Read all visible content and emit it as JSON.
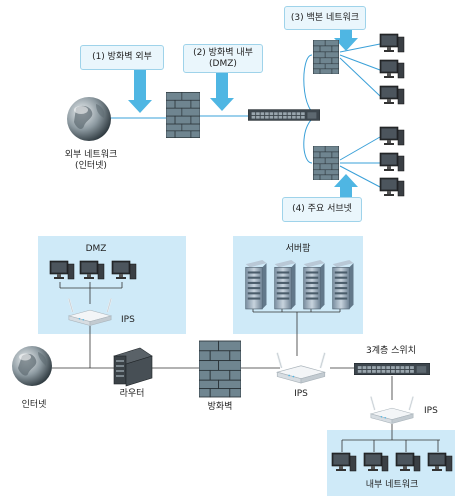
{
  "top_diagram": {
    "callouts": {
      "outside_firewall": "(1) 방화벽 외부",
      "inside_firewall_line1": "(2) 방화벽 내부",
      "inside_firewall_line2": "(DMZ)",
      "backbone": "(3) 백본 네트워크",
      "main_subnet": "(4) 주요 서브넷"
    },
    "external_network_line1": "외부 네트워크",
    "external_network_line2": "(인터넷)"
  },
  "bottom_diagram": {
    "dmz_zone_title": "DMZ",
    "dmz_ips": "IPS",
    "server_farm_title": "서버팜",
    "internet": "인터넷",
    "router": "라우터",
    "firewall": "방화벽",
    "center_ips": "IPS",
    "l3_switch": "3계층 스위치",
    "internal_ips": "IPS",
    "internal_network_title": "내부 네트워크"
  },
  "colors": {
    "callout_fill": "#eaf6fc",
    "callout_border": "#9fd3ea",
    "arrow": "#4fb6e3",
    "zone_fill": "#cfeaf8",
    "link_blue": "#3aa0d8",
    "link_dark": "#333333"
  },
  "icons": [
    "globe-icon",
    "firewall-icon",
    "switch-icon",
    "monitor-icon",
    "server-icon",
    "router-icon",
    "wireless-ips-icon"
  ]
}
